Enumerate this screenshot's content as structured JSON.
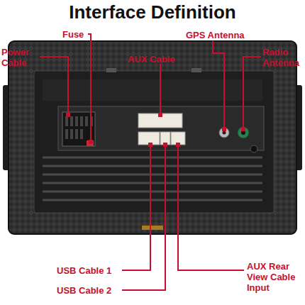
{
  "diagram": {
    "title": "Interface Definition",
    "labels": [
      "Fuse",
      "Power Cable",
      "AUX Cable",
      "GPS Antenna",
      "Radio Antenna",
      "USB Cable 1",
      "USB Cable 2",
      "AUX Rear View Cable Input"
    ]
  }
}
